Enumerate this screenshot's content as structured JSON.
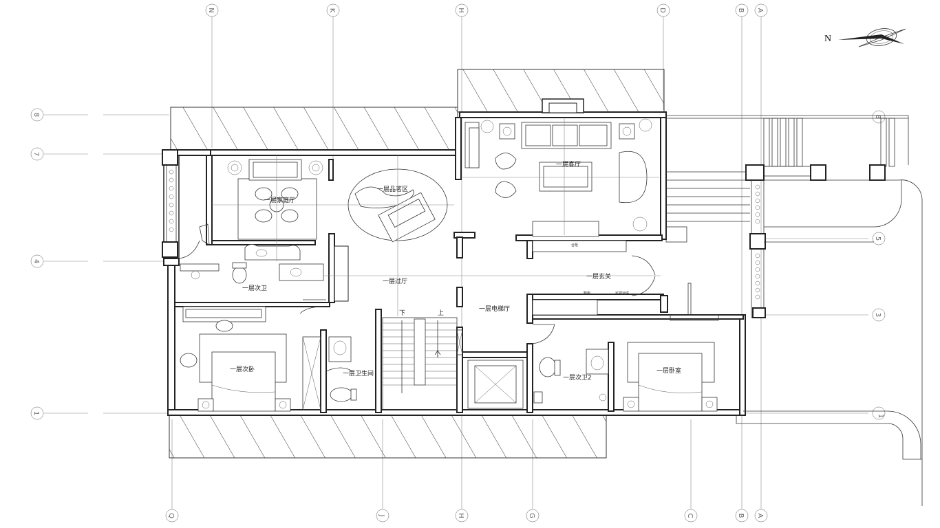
{
  "north": {
    "label": "N"
  },
  "grid": {
    "top": [
      "N",
      "K",
      "H",
      "D",
      "B",
      "A"
    ],
    "bottom": [
      "Q",
      "J",
      "H",
      "G",
      "C",
      "B",
      "A"
    ],
    "left": [
      "8",
      "7",
      "4",
      "1"
    ],
    "right": [
      "8",
      "5",
      "3",
      "1"
    ]
  },
  "rooms": {
    "living_room": "一层客厅",
    "family_lounge": "一层家庭厅",
    "tea_area": "一层品茗区",
    "foyer": "一层玄关",
    "corridor": "一层过厅",
    "elevator_hall": "一层电梯厅",
    "secondary_bath_left": "一层次卫",
    "secondary_bedroom": "一层次卧",
    "powder_room": "一层卫生间",
    "secondary_bath_right": "一层次卫2",
    "master_bedroom": "一层卧室"
  },
  "stairs": {
    "down": "下",
    "up": "上"
  },
  "notes": {
    "cabinet": "台柜",
    "shoe_cabinet": "鞋柜",
    "cloak": "可视对讲"
  }
}
